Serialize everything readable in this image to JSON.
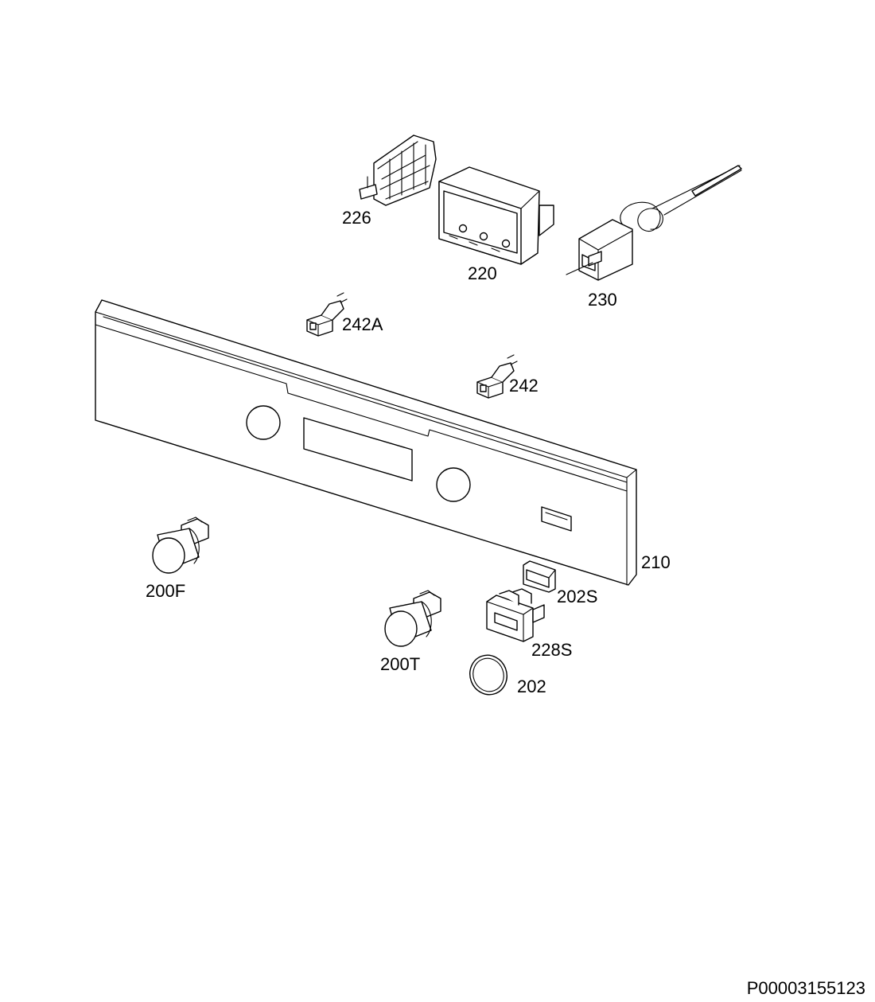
{
  "drawing_code": "P00003155123",
  "labels": {
    "p226": "226",
    "p220": "220",
    "p230": "230",
    "p242A": "242A",
    "p242": "242",
    "p210": "210",
    "p200F": "200F",
    "p202S": "202S",
    "p228S": "228S",
    "p200T": "200T",
    "p202": "202"
  }
}
